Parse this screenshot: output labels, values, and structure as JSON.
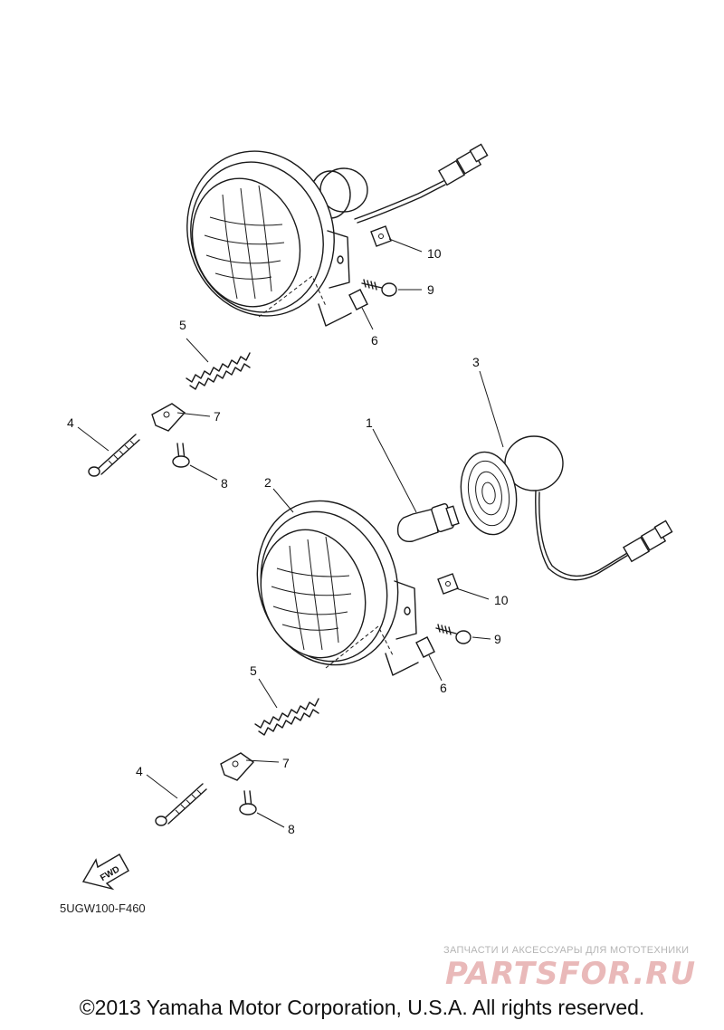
{
  "callouts": [
    {
      "id": "c10a",
      "label": "10"
    },
    {
      "id": "c9a",
      "label": "9"
    },
    {
      "id": "c6a",
      "label": "6"
    },
    {
      "id": "c5a",
      "label": "5"
    },
    {
      "id": "c7a",
      "label": "7"
    },
    {
      "id": "c4a",
      "label": "4"
    },
    {
      "id": "c8a",
      "label": "8"
    },
    {
      "id": "c3",
      "label": "3"
    },
    {
      "id": "c1",
      "label": "1"
    },
    {
      "id": "c2",
      "label": "2"
    },
    {
      "id": "c10b",
      "label": "10"
    },
    {
      "id": "c9b",
      "label": "9"
    },
    {
      "id": "c6b",
      "label": "6"
    },
    {
      "id": "c5b",
      "label": "5"
    },
    {
      "id": "c7b",
      "label": "7"
    },
    {
      "id": "c4b",
      "label": "4"
    },
    {
      "id": "c8b",
      "label": "8"
    }
  ],
  "fwd_label": "FWD",
  "diagram_code": "5UGW100-F460",
  "watermark": {
    "tagline": "ЗАПЧАСТИ И АКСЕССУАРЫ ДЛЯ МОТОТЕХНИКИ",
    "logo": "PARTSFOR.RU"
  },
  "copyright": "©2013 Yamaha Motor Corporation, U.S.A. All rights reserved."
}
